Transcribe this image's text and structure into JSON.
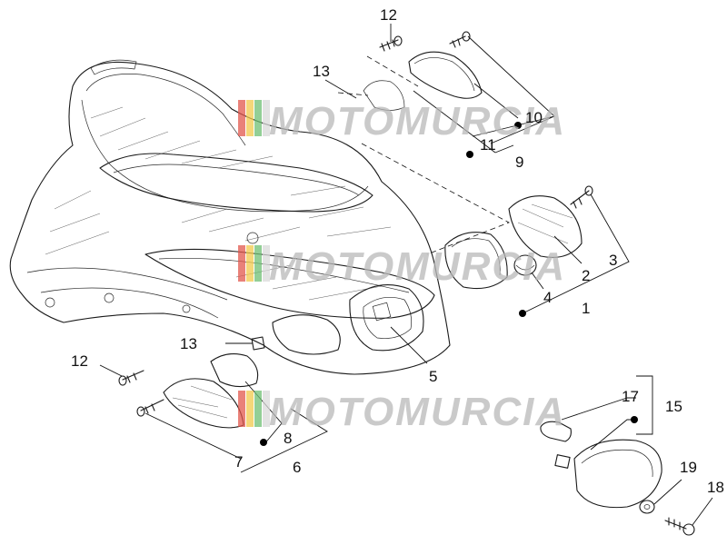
{
  "watermark": {
    "text": "MOTOMURCIA",
    "stripe_colors": [
      "#e2574c",
      "#f2c94c",
      "#6fbf73",
      "#d9d9d9"
    ]
  },
  "callouts": {
    "c1": "1",
    "c2": "2",
    "c3": "3",
    "c4": "4",
    "c5": "5",
    "c6": "6",
    "c7": "7",
    "c8": "8",
    "c9": "9",
    "c10": "10",
    "c11": "11",
    "c12a": "12",
    "c12b": "12",
    "c13a": "13",
    "c13b": "13",
    "c15": "15",
    "c17": "17",
    "c18": "18",
    "c19": "19"
  }
}
